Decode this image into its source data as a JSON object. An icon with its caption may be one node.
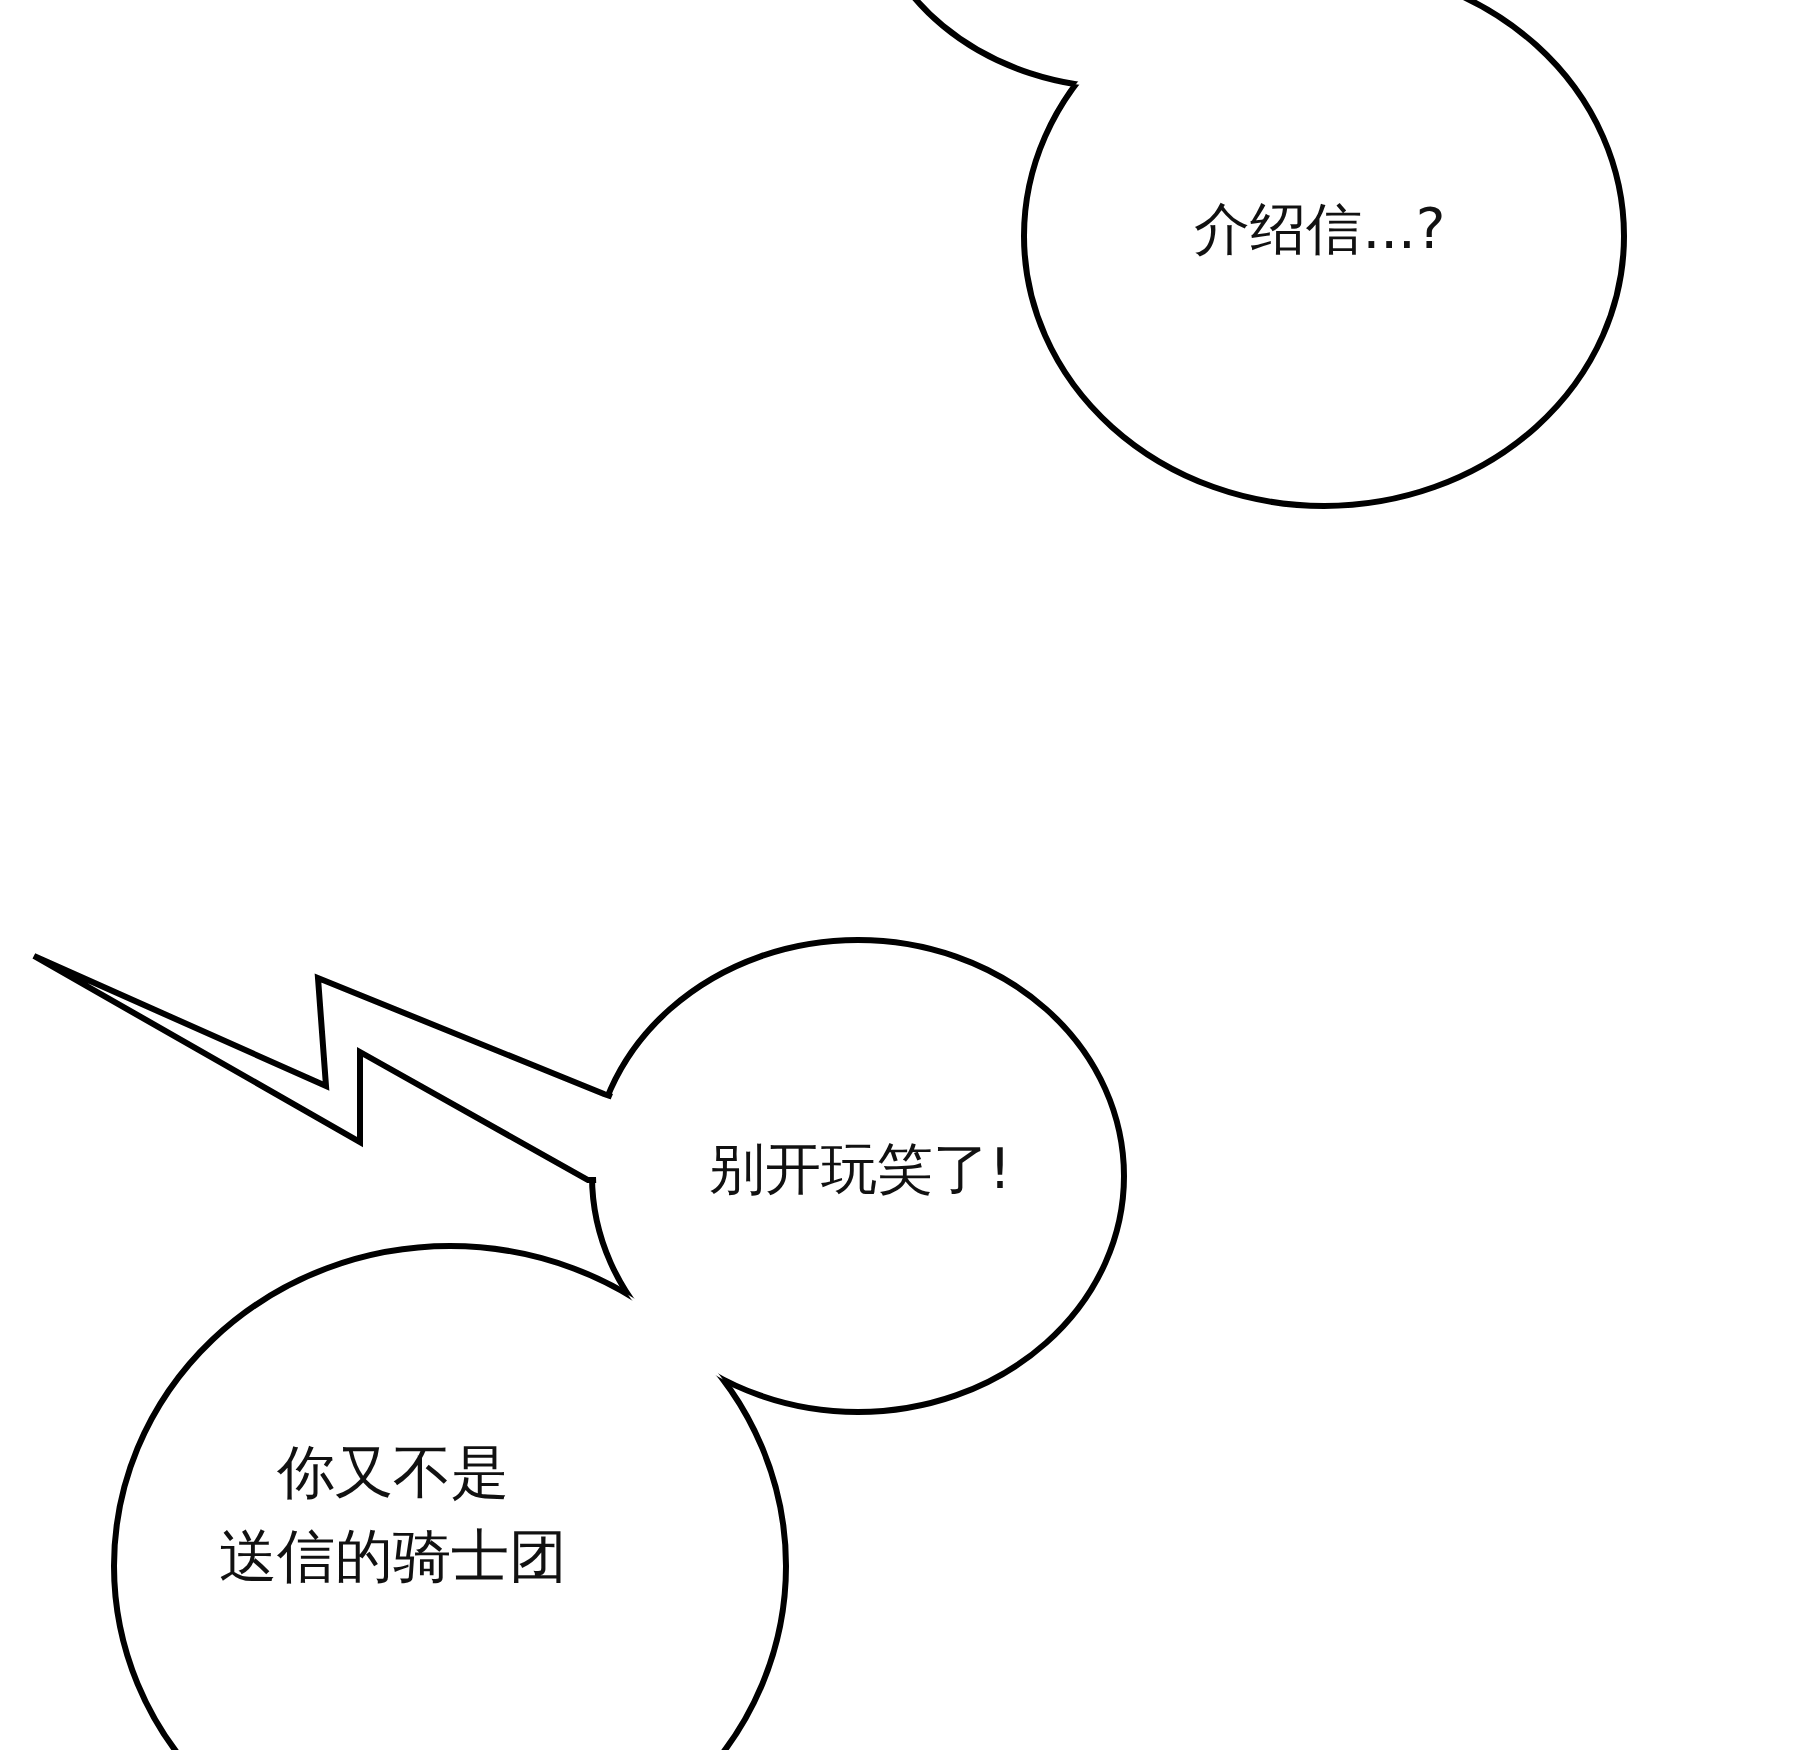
{
  "diagram": {
    "nodes": [
      {
        "text": [
          "介绍信...?"
        ]
      },
      {
        "text": [
          "别开玩笑了!"
        ]
      },
      {
        "text": [
          "你又不是送信的骑士团"
        ]
      }
    ]
  }
}
